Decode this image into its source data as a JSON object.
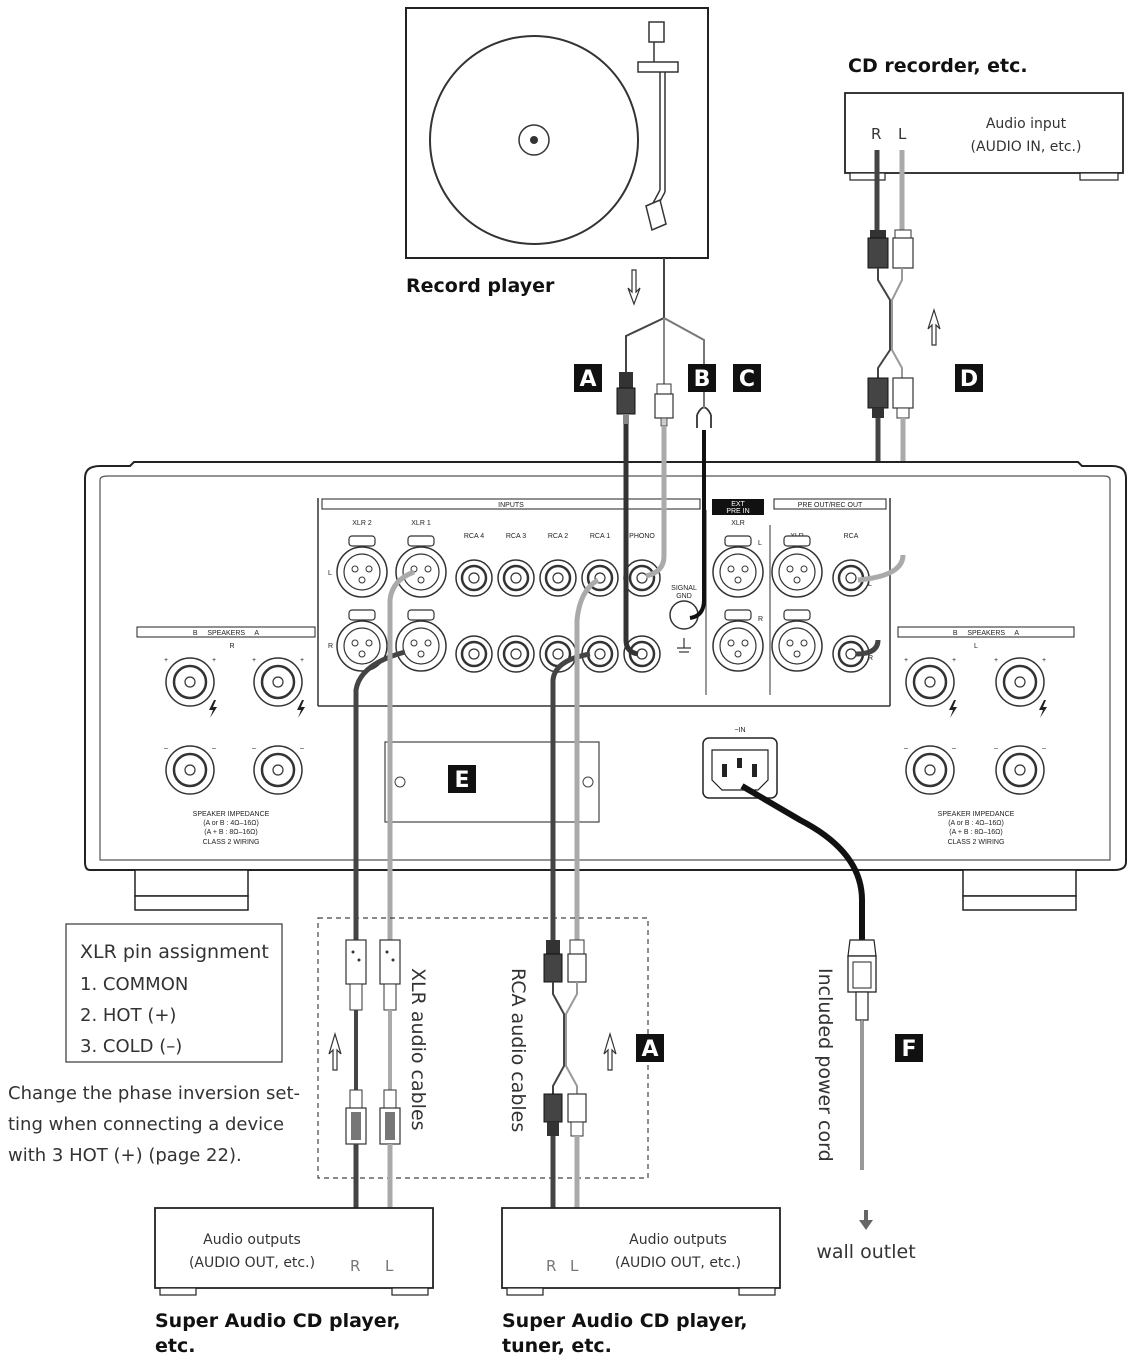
{
  "devices": {
    "record_player": "Record player",
    "cd_recorder": "CD recorder, etc.",
    "cd_recorder_input_l1": "Audio input",
    "cd_recorder_input_l2": "(AUDIO IN, etc.)",
    "sacd_left_l1": "Super Audio CD player,",
    "sacd_left_l2": "etc.",
    "sacd_right_l1": "Super Audio CD player,",
    "sacd_right_l2": "tuner, etc.",
    "audio_outputs_l1": "Audio outputs",
    "audio_outputs_l2": "(AUDIO OUT, etc.)",
    "wall_outlet": "wall outlet"
  },
  "channel_labels": {
    "r": "R",
    "l": "L"
  },
  "badges": {
    "a": "A",
    "b": "B",
    "c": "C",
    "d": "D",
    "e": "E",
    "f": "F"
  },
  "cables": {
    "xlr": "XLR audio cables",
    "rca": "RCA audio cables",
    "power": "Included power cord"
  },
  "xlr_pins": {
    "title": "XLR pin assignment",
    "items": [
      "1. COMMON",
      "2. HOT (+)",
      "3. COLD (–)"
    ]
  },
  "note": {
    "line1": "Change the phase inversion set-",
    "line2": "ting when connecting a device",
    "line3": "with 3 HOT (+) (page 22)."
  },
  "panel": {
    "inputs": "INPUTS",
    "xlr2": "XLR 2",
    "xlr1": "XLR 1",
    "rca4": "RCA 4",
    "rca3": "RCA 3",
    "rca2": "RCA 2",
    "rca1": "RCA 1",
    "phono": "PHONO",
    "ext_pre_l1": "EXT",
    "ext_pre_l2": "PRE IN",
    "xlr": "XLR",
    "pre_out": "PRE OUT/REC OUT",
    "rca": "RCA",
    "signal_gnd_l1": "SIGNAL",
    "signal_gnd_l2": "GND",
    "l": "L",
    "r": "R",
    "speakers": "B     SPEAKERS     A",
    "impedance_l1": "SPEAKER IMPEDANCE",
    "impedance_l2": "(A or B : 4Ω–16Ω)",
    "impedance_l3": "(A + B : 8Ω–16Ω)",
    "impedance_l4": "CLASS 2 WIRING",
    "ac_in": "~IN",
    "plus": "+",
    "minus": "–"
  }
}
